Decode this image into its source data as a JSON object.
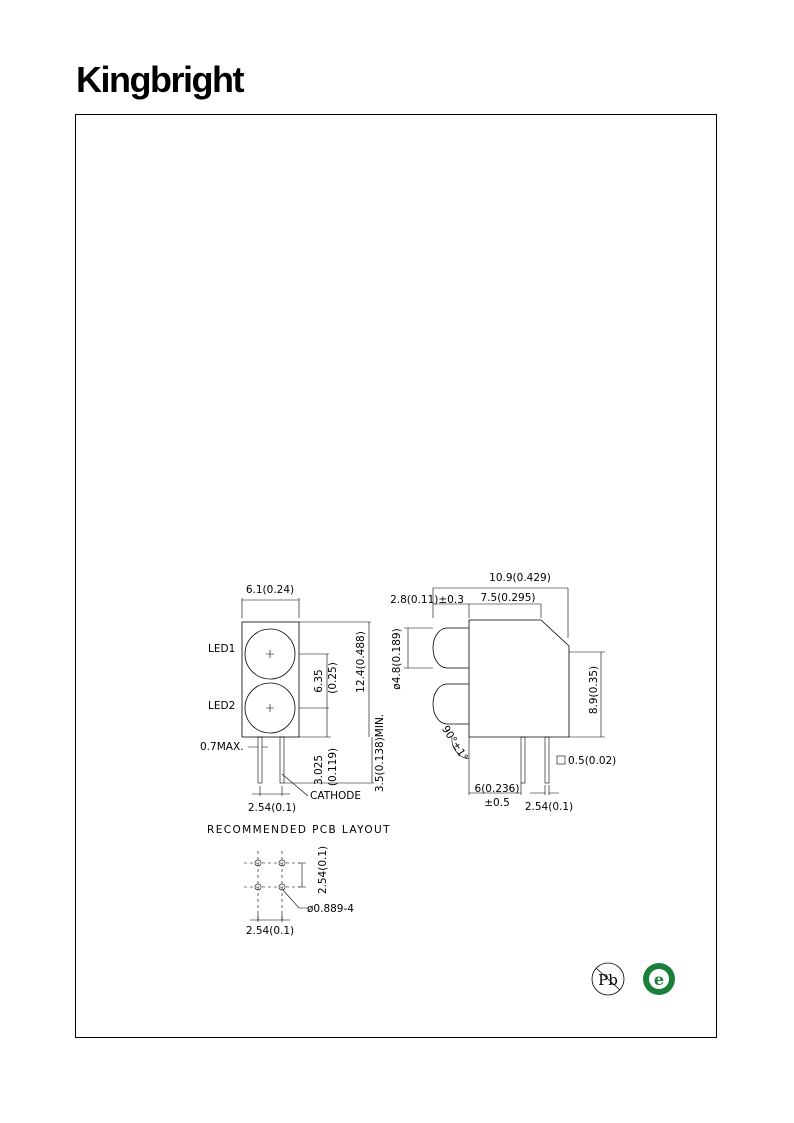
{
  "header": {
    "brand": "Kingbright"
  },
  "front_view": {
    "width_dim": "6.1(0.24)",
    "led1_label": "LED1",
    "led2_label": "LED2",
    "pitch_mm": "6.35",
    "pitch_in": "(0.25)",
    "height_dim": "12.4(0.488)",
    "lead_max_dim": "0.7MAX.",
    "lead_offset_mm": "3.025",
    "lead_offset_in": "(0.119)",
    "lead_min_dim": "3.5(0.138)MIN.",
    "cathode_label": "CATHODE",
    "lead_pitch_dim": "2.54(0.1)"
  },
  "side_view": {
    "total_length_dim": "10.9(0.429)",
    "lens_offset_dim": "2.8(0.11)±0.3",
    "body_length_dim": "7.5(0.295)",
    "lens_diameter_dim": "ø4.8(0.189)",
    "body_height_dim": "8.9(0.35)",
    "angle_dim": "90°±1°",
    "lead_square_dim": "0.5(0.02)",
    "lead_pos_dim": "6(0.236)",
    "lead_pos_tol": "±0.5",
    "lead_pitch_dim": "2.54(0.1)"
  },
  "pcb_layout": {
    "title": "RECOMMENDED PCB LAYOUT",
    "vertical_pitch_dim": "2.54(0.1)",
    "hole_dim": "ø0.889-4",
    "horizontal_pitch_dim": "2.54(0.1)"
  },
  "badges": {
    "pb_free_text": "Pb",
    "rohs_text": "e"
  }
}
